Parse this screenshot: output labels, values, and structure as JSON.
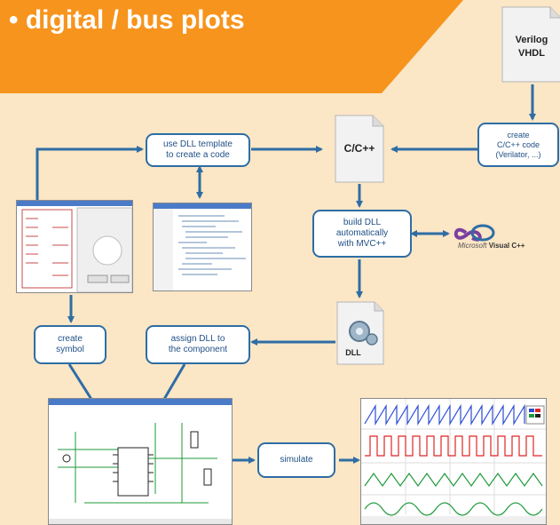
{
  "banner": {
    "text": "• digital / bus plots"
  },
  "files": {
    "verilog_line1": "Verilog",
    "verilog_line2": "VHDL",
    "cpp": "C/C++",
    "dll": "DLL"
  },
  "boxes": {
    "use_dll_template_1": "use DLL template",
    "use_dll_template_2": "to create a code",
    "create_cpp_1": "create",
    "create_cpp_2": "C/C++ code",
    "create_cpp_3": "(Verilator, ...)",
    "build_dll_1": "build DLL",
    "build_dll_2": "automatically",
    "build_dll_3": "with MVC++",
    "create_symbol_1": "create",
    "create_symbol_2": "symbol",
    "assign_dll_1": "assign DLL to",
    "assign_dll_2": "the component",
    "simulate": "simulate"
  },
  "logo": {
    "brand": "Microsoft",
    "product": "Visual C++"
  },
  "colors": {
    "background": "#fbe6c6",
    "banner": "#f7941d",
    "arrow": "#2e6da4",
    "box_border": "#2e6da4",
    "box_text": "#1f4f86",
    "wave_blue": "#2a4bd6",
    "wave_red": "#e02424",
    "wave_green": "#1f9a3a"
  }
}
